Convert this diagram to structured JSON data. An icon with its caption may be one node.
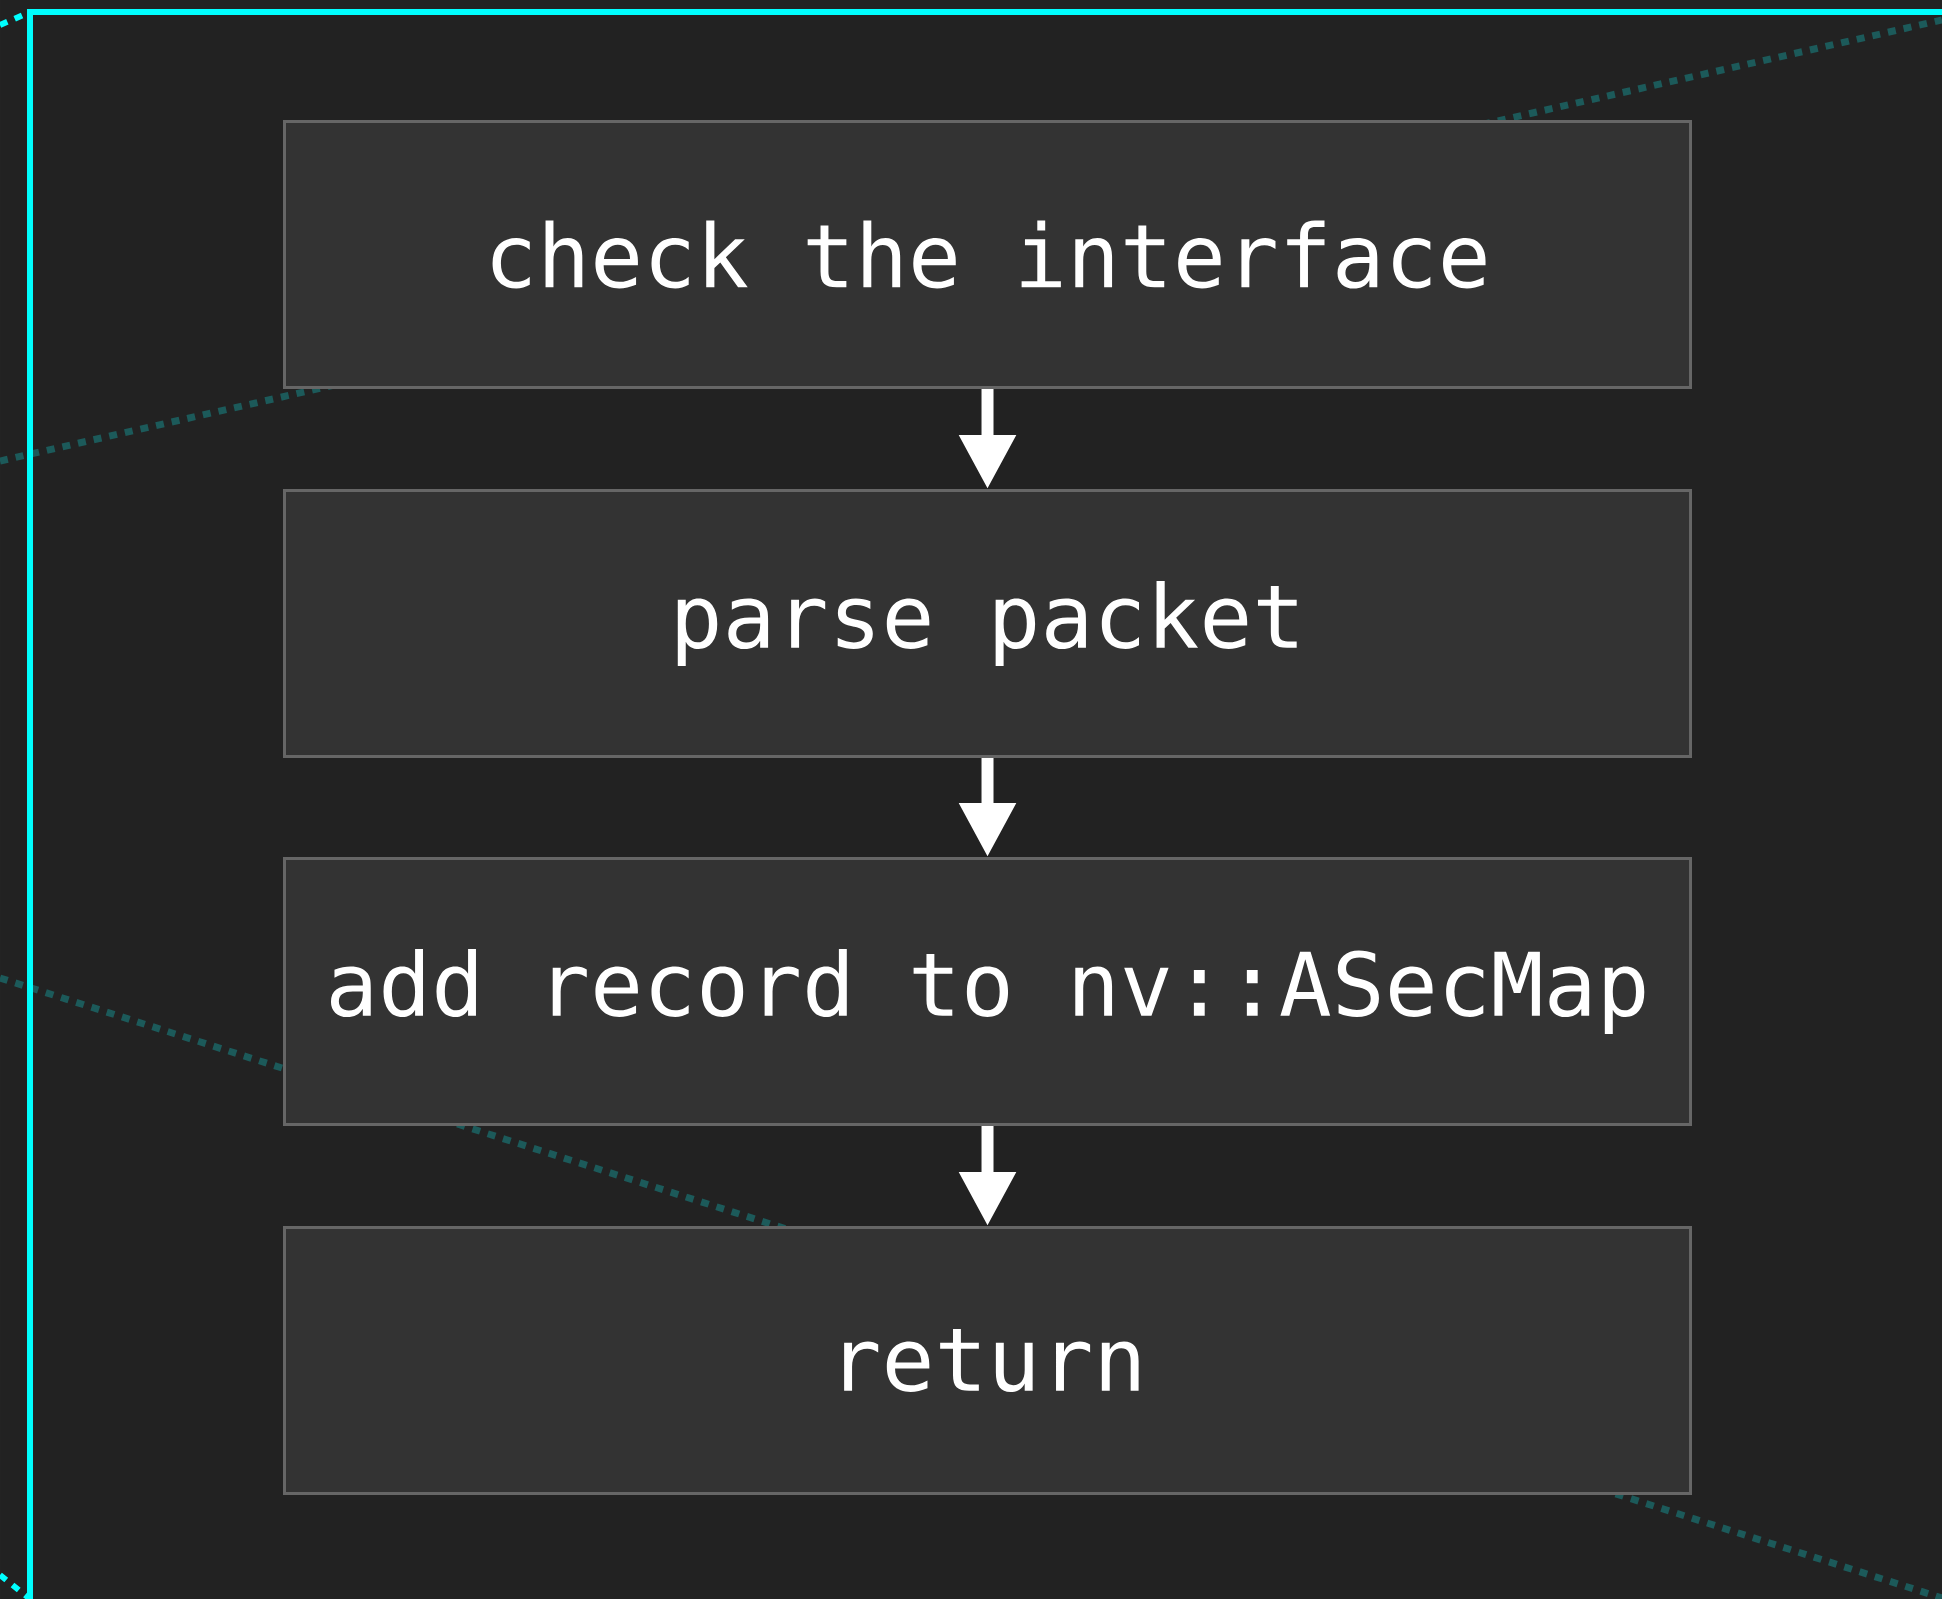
{
  "diagram": {
    "nodes": [
      {
        "text": [
          "check the interface"
        ]
      },
      {
        "text": [
          "parse packet"
        ]
      },
      {
        "text": [
          "add record to nv::ASecMap"
        ]
      },
      {
        "text": [
          "return"
        ]
      }
    ],
    "edges": [
      {
        "from": 0,
        "to": 1,
        "arrow": "to"
      },
      {
        "from": 1,
        "to": 2,
        "arrow": "to"
      },
      {
        "from": 2,
        "to": 3,
        "arrow": "to"
      }
    ]
  }
}
